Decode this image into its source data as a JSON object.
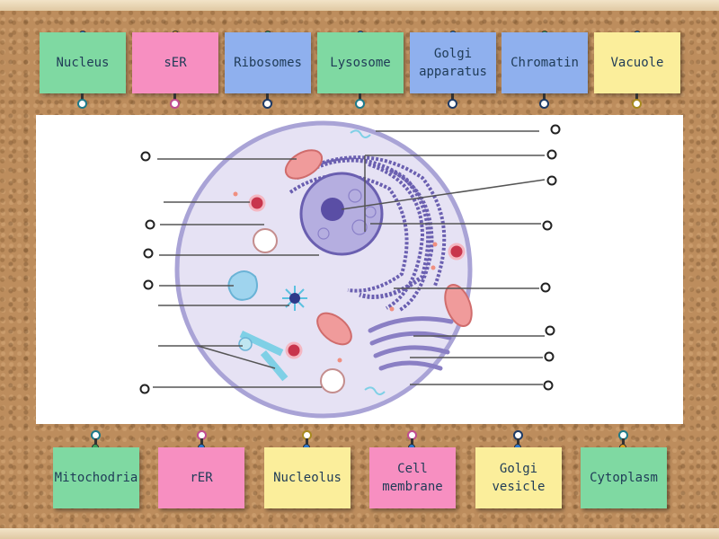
{
  "top_labels": [
    {
      "text": "Nucleus",
      "color": "green"
    },
    {
      "text": "sER",
      "color": "pink"
    },
    {
      "text": "Ribosomes",
      "color": "blue"
    },
    {
      "text": "Lysosome",
      "color": "green"
    },
    {
      "text": "Golgi apparatus",
      "color": "blue"
    },
    {
      "text": "Chromatin",
      "color": "blue"
    },
    {
      "text": "Vacuole",
      "color": "yellow"
    }
  ],
  "bottom_labels": [
    {
      "text": "Mitochodria",
      "color": "green"
    },
    {
      "text": "rER",
      "color": "pink"
    },
    {
      "text": "Nucleolus",
      "color": "yellow"
    },
    {
      "text": "Cell membrane",
      "color": "pink"
    },
    {
      "text": "Golgi vesicle",
      "color": "yellow"
    },
    {
      "text": "Cytoplasm",
      "color": "green"
    }
  ],
  "colors": {
    "green": "#7fd9a2",
    "pink": "#f78fc1",
    "blue": "#8fb0ee",
    "yellow": "#fbee9b",
    "pin_border": "#1d3a66",
    "cell_outline": "#a9a3d6",
    "cell_fill": "#e6e2f4",
    "er": "#6a5fb0",
    "mito": "#f09b9b",
    "cyan": "#7fd0e6"
  },
  "icons": {
    "pin": "push-pin-icon",
    "drop_target": "drop-target-ring-icon"
  }
}
